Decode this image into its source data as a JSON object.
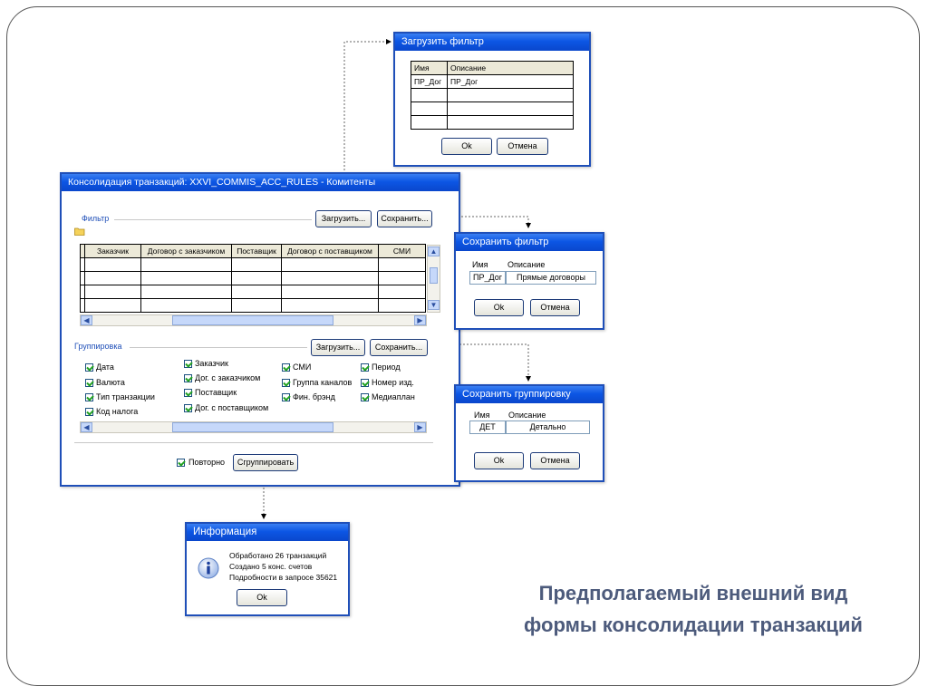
{
  "heading": {
    "line1": "Предполагаемый внешний вид",
    "line2": "формы консолидации транзакций"
  },
  "load_filter": {
    "title": "Загрузить фильтр",
    "columns": [
      "Имя",
      "Описание"
    ],
    "rows": [
      [
        "ПР_Дог",
        "ПР_Дог"
      ],
      [
        "",
        ""
      ],
      [
        "",
        ""
      ],
      [
        "",
        ""
      ]
    ],
    "ok": "Ok",
    "cancel": "Отмена"
  },
  "main": {
    "title": "Консолидация транзакций: XXVI_COMMIS_ACC_RULES - Комитенты",
    "filter_label": "Фильтр",
    "load": "Загрузить...",
    "save": "Сохранить...",
    "columns": [
      "Заказчик",
      "Договор с заказчиком",
      "Поставщик",
      "Договор с поставщиком",
      "СМИ"
    ],
    "grouping_label": "Группировка",
    "checks": [
      "Дата",
      "Валюта",
      "Тип транзакции",
      "Код налога",
      "Заказчик",
      "Дог. с заказчиком",
      "Поставщик",
      "Дог. с поставщиком",
      "СМИ",
      "Группа каналов",
      "Фин. брэнд",
      "Период",
      "Номер изд.",
      "Медиаплан"
    ],
    "repeat": "Повторно",
    "group_button": "Сгруппировать"
  },
  "save_filter": {
    "title": "Сохранить фильтр",
    "name_label": "Имя",
    "desc_label": "Описание",
    "name": "ПР_Дог",
    "desc": "Прямые договоры",
    "ok": "Ok",
    "cancel": "Отмена"
  },
  "save_grouping": {
    "title": "Сохранить группировку",
    "name_label": "Имя",
    "desc_label": "Описание",
    "name": "ДЕТ",
    "desc": "Детально",
    "ok": "Ok",
    "cancel": "Отмена"
  },
  "info": {
    "title": "Информация",
    "line1": "Обработано 26 транзакций",
    "line2": "Создано 5 конс. счетов",
    "line3": "Подробности в запросе 35621",
    "ok": "Ok"
  },
  "colors": {
    "titlebar": "#0c56e4",
    "window_border": "#1f4fb8",
    "heading": "#4d5b7c",
    "check": "#21a121"
  },
  "icons": [
    "folder-icon",
    "info-icon",
    "checkbox-checked-icon",
    "arrow-left-icon",
    "arrow-right-icon",
    "arrow-up-icon",
    "arrow-down-icon"
  ]
}
